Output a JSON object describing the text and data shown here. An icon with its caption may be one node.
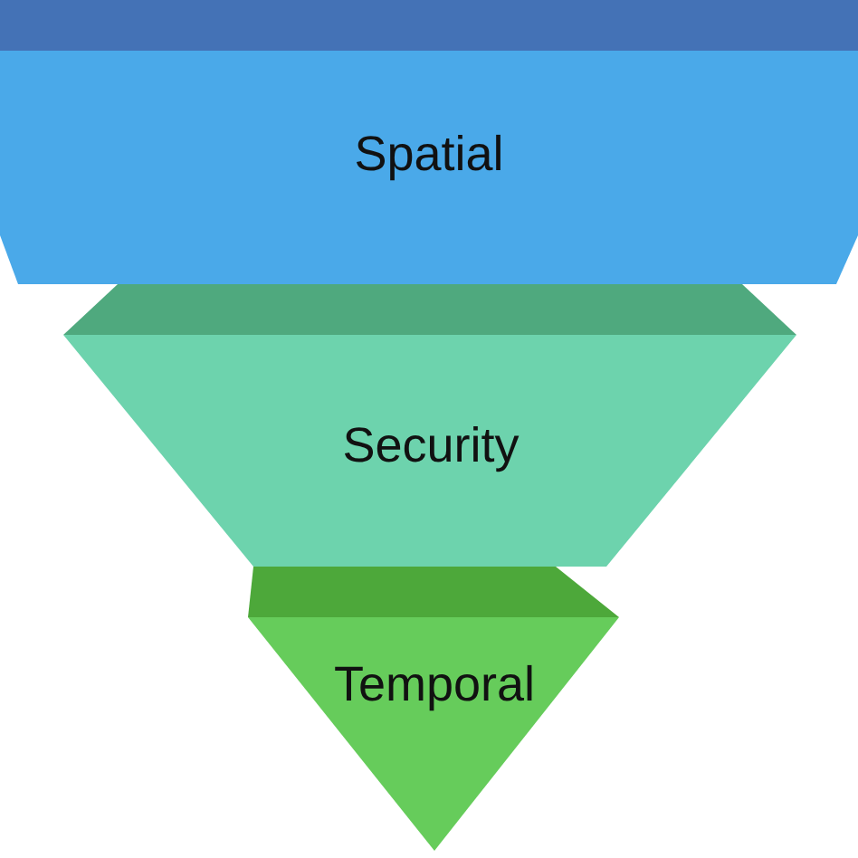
{
  "diagram": {
    "nodes": [
      {
        "text": [
          "Spatial"
        ]
      },
      {
        "text": [
          "Security"
        ]
      },
      {
        "text": [
          "Temporal"
        ]
      }
    ]
  }
}
